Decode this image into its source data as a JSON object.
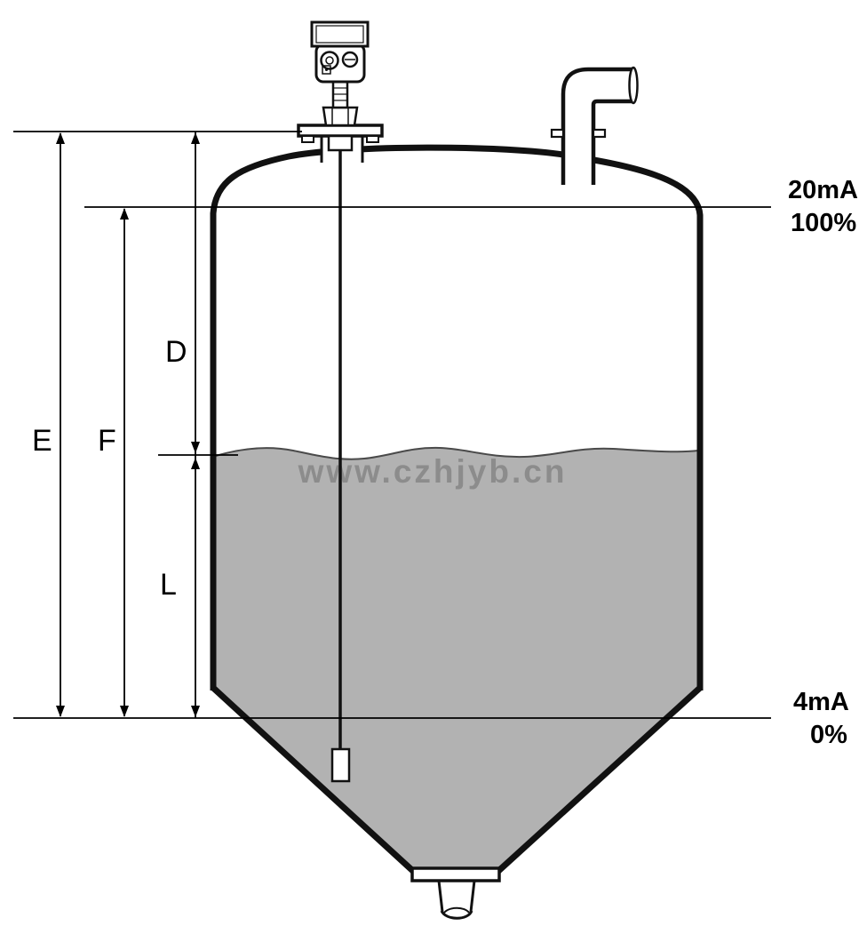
{
  "diagram": {
    "watermark": "www.czhjyb.cn",
    "scale_labels": {
      "top_current": "20mA",
      "top_percent": "100%",
      "bottom_current": "4mA",
      "bottom_percent": "0%"
    },
    "dimension_labels": {
      "e": "E",
      "f": "F",
      "d": "D",
      "l": "L"
    },
    "colors": {
      "outline": "#111111",
      "liquid": "#b2b2b2",
      "watermark": "#8c8c8c",
      "background": "#ffffff"
    }
  }
}
